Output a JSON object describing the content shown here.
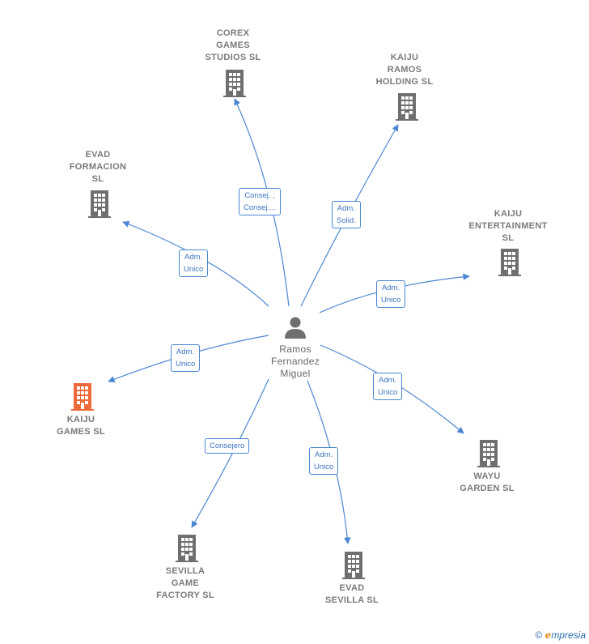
{
  "center": {
    "name_lines": [
      "Ramos",
      "Fernandez",
      "Miguel"
    ]
  },
  "companies": [
    {
      "id": "corex",
      "lines": [
        "COREX",
        "GAMES",
        "STUDIOS  SL"
      ],
      "highlight": false
    },
    {
      "id": "kaiju_ramos",
      "lines": [
        "KAIJU",
        "RAMOS",
        "HOLDING  SL"
      ],
      "highlight": false
    },
    {
      "id": "evad_formacion",
      "lines": [
        "EVAD",
        "FORMACION",
        "SL"
      ],
      "highlight": false
    },
    {
      "id": "kaiju_ent",
      "lines": [
        "KAIJU",
        "ENTERTAINMENT",
        "SL"
      ],
      "highlight": false
    },
    {
      "id": "kaiju_games",
      "lines": [
        "KAIJU",
        "GAMES  SL"
      ],
      "highlight": true
    },
    {
      "id": "wayu",
      "lines": [
        "WAYU",
        "GARDEN  SL"
      ],
      "highlight": false
    },
    {
      "id": "sevilla_game",
      "lines": [
        "SEVILLA",
        "GAME",
        "FACTORY  SL"
      ],
      "highlight": false
    },
    {
      "id": "evad_sevilla",
      "lines": [
        "EVAD",
        "SEVILLA  SL"
      ],
      "highlight": false
    }
  ],
  "edges": [
    {
      "target": "corex",
      "label_lines": [
        "Consej. ,",
        "Consej...."
      ]
    },
    {
      "target": "kaiju_ramos",
      "label_lines": [
        "Adm.",
        "Solid."
      ]
    },
    {
      "target": "evad_formacion",
      "label_lines": [
        "Adm.",
        "Unico"
      ]
    },
    {
      "target": "kaiju_ent",
      "label_lines": [
        "Adm.",
        "Unico"
      ]
    },
    {
      "target": "kaiju_games",
      "label_lines": [
        "Adm.",
        "Unico"
      ]
    },
    {
      "target": "wayu",
      "label_lines": [
        "Adm.",
        "Unico"
      ]
    },
    {
      "target": "sevilla_game",
      "label_lines": [
        "Consejero"
      ]
    },
    {
      "target": "evad_sevilla",
      "label_lines": [
        "Adm.",
        "Unico"
      ]
    }
  ],
  "colors": {
    "edge": "#4a86d2",
    "building": "#6f6f6f",
    "building_highlight": "#ee6a3a",
    "person": "#6f6f6f"
  },
  "footer": {
    "copyright": "©",
    "brand_initial": "e",
    "brand_rest": "mpresia"
  }
}
